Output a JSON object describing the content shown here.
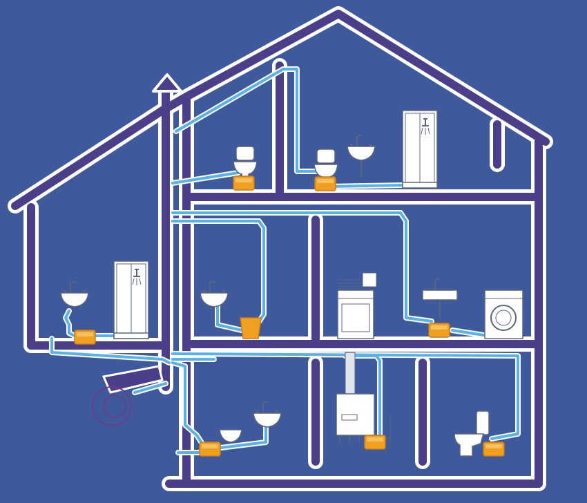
{
  "colors": {
    "background": "#3e5a9c",
    "wall": "#4b3f8a",
    "wall_outline": "#ffffff",
    "pipe": "#58b2e8",
    "pipe_outline": "#ffffff",
    "pump": "#f0a020",
    "fixture": "#ffffff",
    "fixture_line": "#5a6680"
  },
  "fixtures": [
    {
      "type": "toilet",
      "floor": "top",
      "icon": "toilet-icon"
    },
    {
      "type": "toilet",
      "floor": "top",
      "icon": "toilet-icon"
    },
    {
      "type": "washbasin",
      "floor": "top",
      "icon": "sink-icon"
    },
    {
      "type": "shower-cabin",
      "floor": "top",
      "icon": "shower-icon"
    },
    {
      "type": "washbasin",
      "floor": "middle",
      "icon": "sink-icon"
    },
    {
      "type": "kitchen-stove",
      "floor": "middle",
      "icon": "stove-icon"
    },
    {
      "type": "kitchen-sink",
      "floor": "middle",
      "icon": "sink-icon"
    },
    {
      "type": "washing-machine",
      "floor": "middle",
      "icon": "washing-machine-icon"
    },
    {
      "type": "washbasin",
      "floor": "annex",
      "icon": "sink-icon"
    },
    {
      "type": "shower-cabin",
      "floor": "annex",
      "icon": "shower-icon"
    },
    {
      "type": "urinal",
      "floor": "basement",
      "icon": "urinal-icon"
    },
    {
      "type": "washbasin",
      "floor": "basement",
      "icon": "sink-icon"
    },
    {
      "type": "boiler",
      "floor": "basement",
      "icon": "boiler-icon"
    },
    {
      "type": "toilet",
      "floor": "basement",
      "icon": "toilet-icon"
    }
  ],
  "pumps": [
    {
      "floor": "top",
      "icon": "macerator-pump-icon"
    },
    {
      "floor": "top",
      "icon": "macerator-pump-icon"
    },
    {
      "floor": "middle",
      "icon": "macerator-pump-icon"
    },
    {
      "floor": "middle",
      "icon": "macerator-pump-icon"
    },
    {
      "floor": "annex",
      "icon": "macerator-pump-icon"
    },
    {
      "floor": "basement",
      "icon": "macerator-pump-icon"
    },
    {
      "floor": "basement",
      "icon": "macerator-pump-icon"
    },
    {
      "floor": "basement",
      "icon": "macerator-pump-icon"
    }
  ]
}
